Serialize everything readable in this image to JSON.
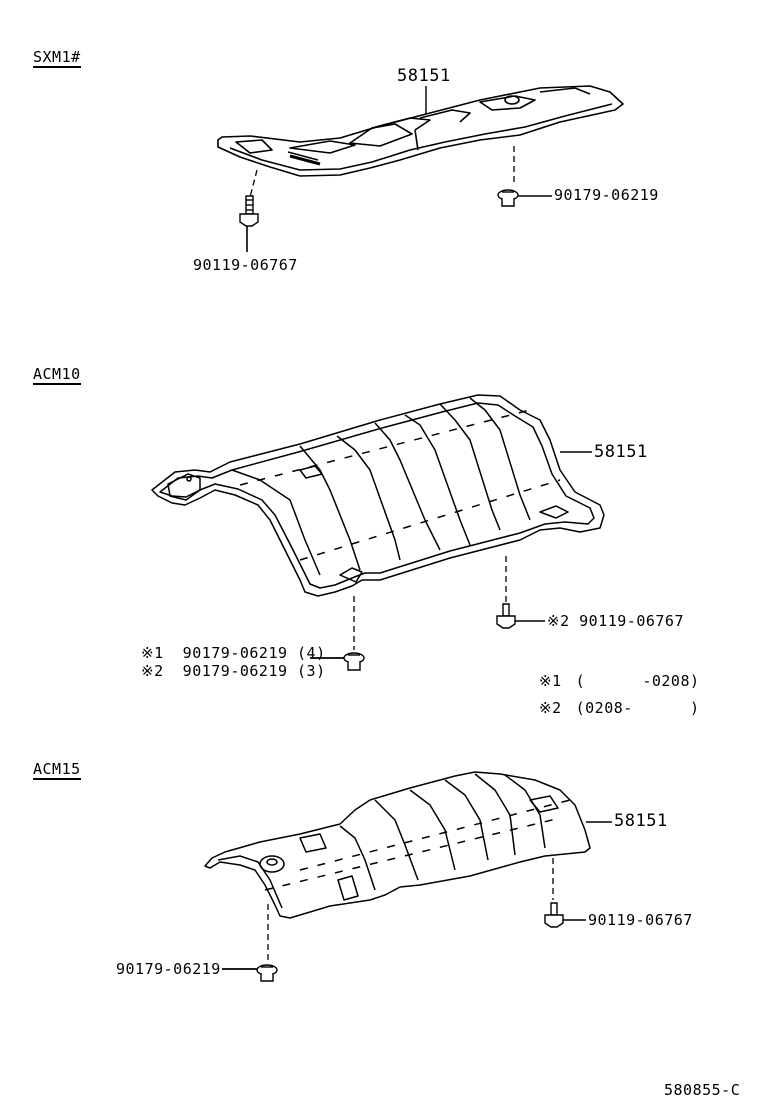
{
  "diagram": {
    "sections": [
      {
        "id": "sxm1",
        "model": "SXM1#",
        "parts": {
          "shield": "58151",
          "bolt": "90119-06767",
          "nut": "90179-06219"
        }
      },
      {
        "id": "acm10",
        "model": "ACM10",
        "parts": {
          "shield": "58151",
          "bolt_note": "※2 90119-06767",
          "nut_note_1": "※1  90179-06219 (4)",
          "nut_note_2": "※2  90179-06219 (3)"
        },
        "legend": [
          {
            "mark": "※1",
            "range": "(      -0208)"
          },
          {
            "mark": "※2",
            "range": "(0208-      )"
          }
        ]
      },
      {
        "id": "acm15",
        "model": "ACM15",
        "parts": {
          "shield": "58151",
          "bolt": "90119-06767",
          "nut": "90179-06219"
        }
      }
    ],
    "figure_id": "580855-C"
  }
}
